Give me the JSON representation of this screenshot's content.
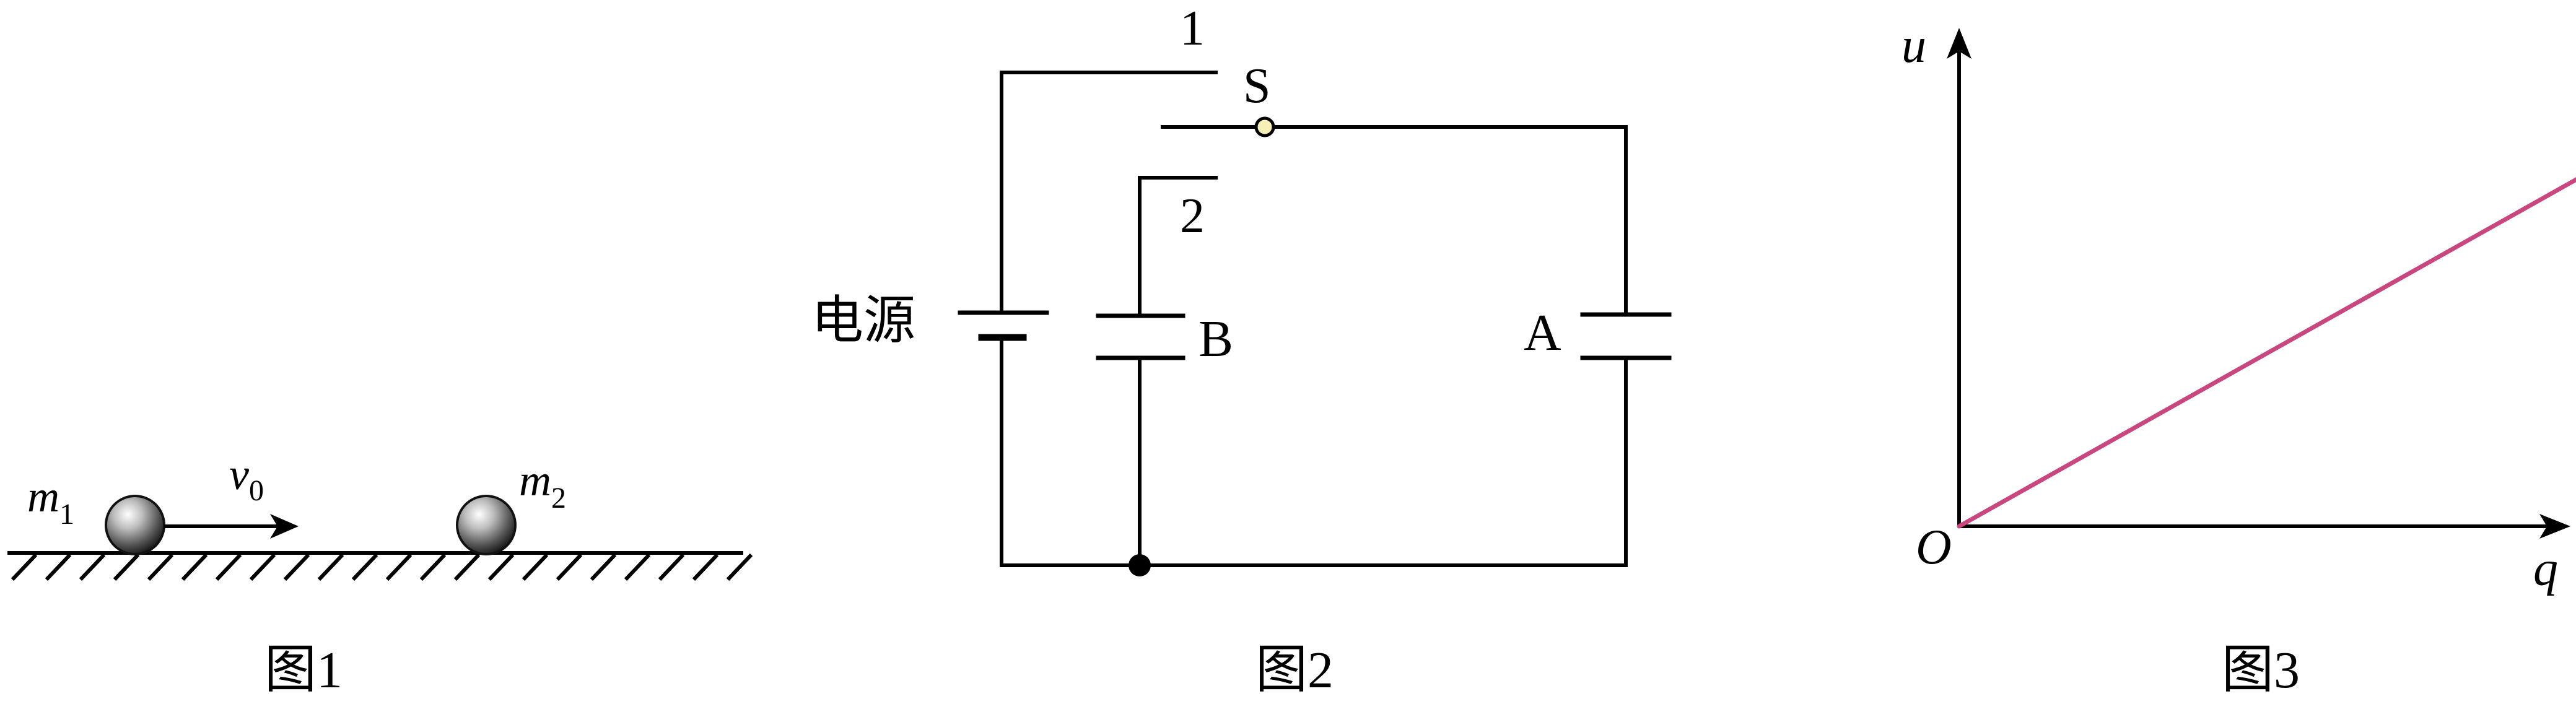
{
  "figure1": {
    "caption": "图1",
    "ball1_label": "m",
    "ball1_sub": "1",
    "ball2_label": "m",
    "ball2_sub": "2",
    "velocity_label": "v",
    "velocity_sub": "0"
  },
  "figure2": {
    "caption": "图2",
    "source_label": "电源",
    "switch_label": "S",
    "terminal1_label": "1",
    "terminal2_label": "2",
    "capacitor_a_label": "A",
    "capacitor_b_label": "B"
  },
  "figure3": {
    "caption": "图3",
    "y_axis_label": "u",
    "x_axis_label": "q",
    "origin_label": "O"
  },
  "chart_data": {
    "type": "line",
    "title": "",
    "xlabel": "q",
    "ylabel": "u",
    "series": [
      {
        "x": [
          0,
          1
        ],
        "y": [
          0,
          1
        ]
      }
    ]
  },
  "colors": {
    "line": "#000000",
    "graph_line": "#c8477e",
    "switch_pivot": "#f6f0b8"
  }
}
